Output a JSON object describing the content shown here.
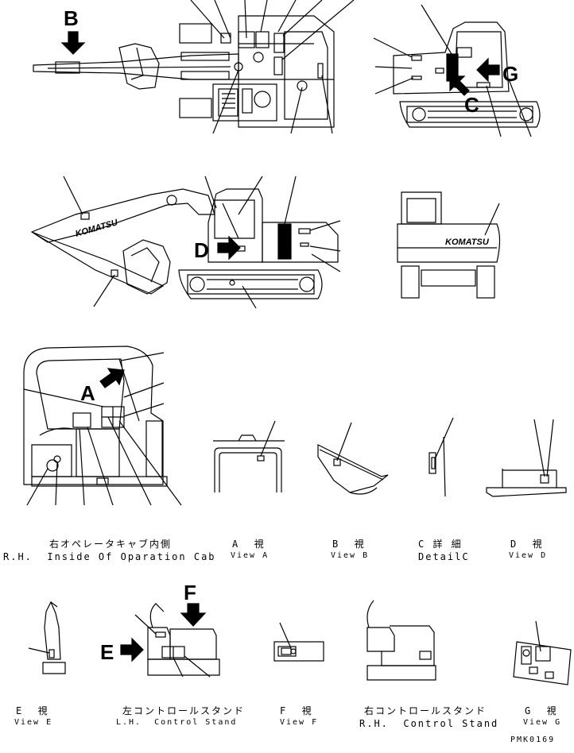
{
  "big_letters": {
    "B": "B",
    "G": "G",
    "C": "C",
    "D": "D",
    "A": "A",
    "F": "F",
    "E": "E"
  },
  "brand": "KOMATSU",
  "captions": {
    "rh_cab_jp": "右オペレータキャブ内側",
    "rh_cab_en": "R.H.  Inside Of Oparation Cab",
    "a_jp": "A  視",
    "a_en": "View A",
    "b_jp": "B  視",
    "b_en": "View B",
    "c_jp": "C 詳 細",
    "c_en": "DetailC",
    "d_jp": "D  視",
    "d_en": "View D",
    "e_jp": "E  視",
    "e_en": "View E",
    "lh_stand_jp": "左コントロールスタンド",
    "lh_stand_en": "L.H.  Control Stand",
    "f_jp": "F  視",
    "f_en": "View F",
    "rh_stand_jp": "右コントロールスタンド",
    "rh_stand_en": "R.H.  Control Stand",
    "g_jp": "G  視",
    "g_en": "View G"
  },
  "drawing_number": "PMK0169"
}
